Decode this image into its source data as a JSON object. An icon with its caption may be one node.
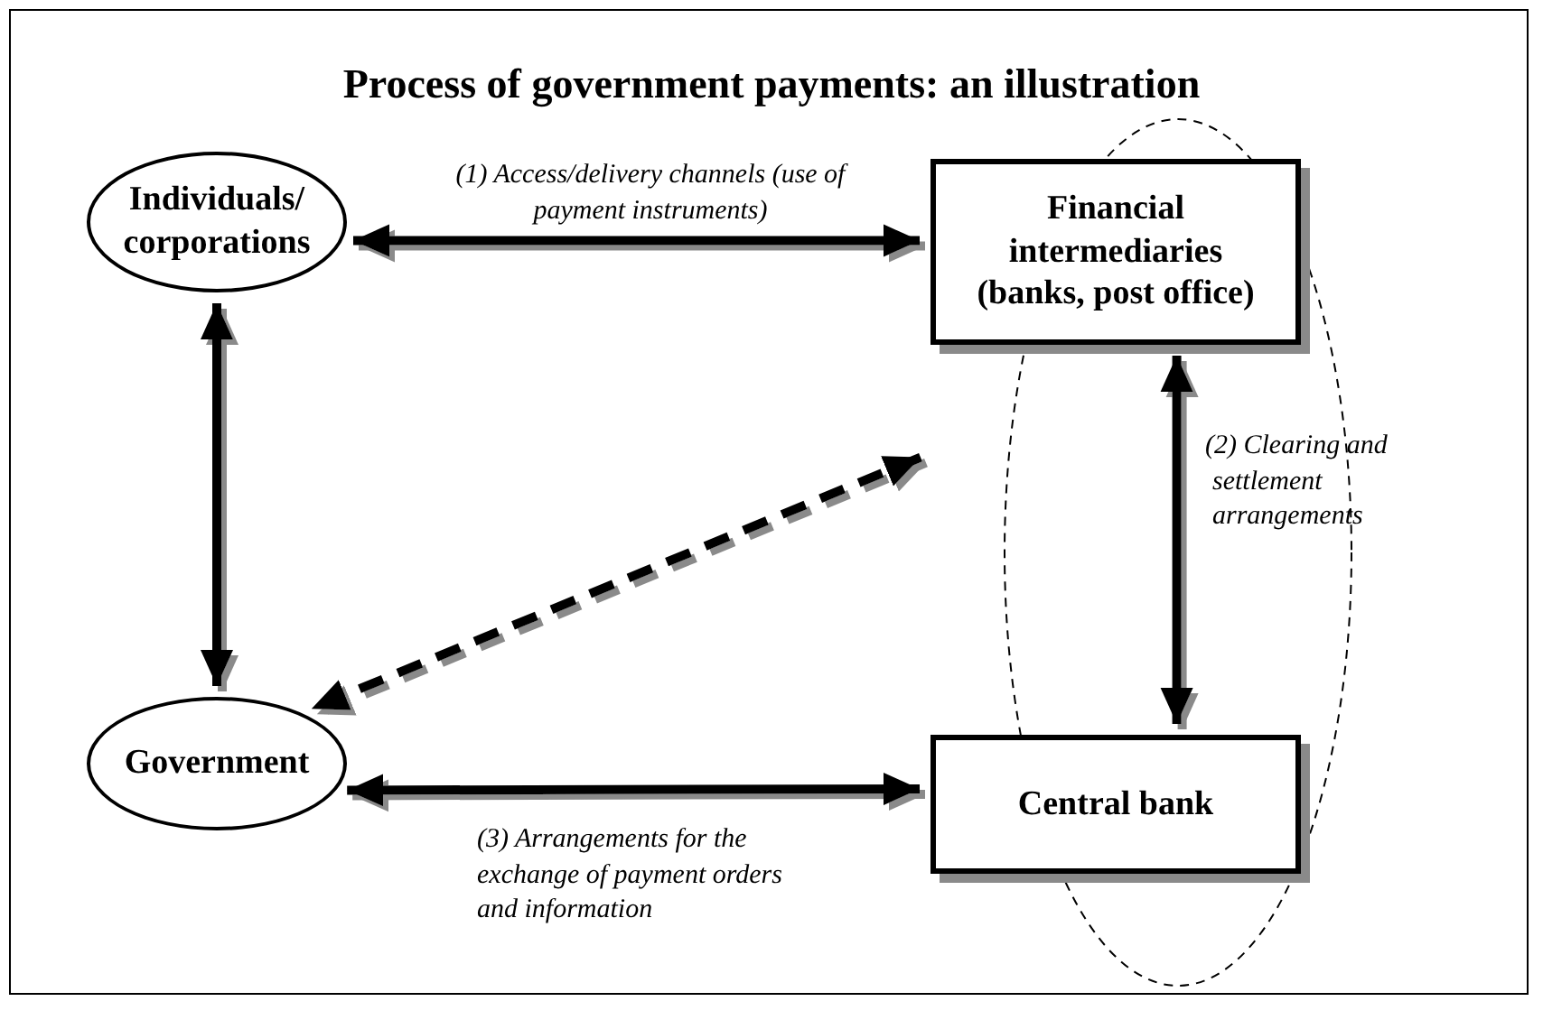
{
  "diagram": {
    "title": "Process of government payments: an illustration",
    "nodes": [
      {
        "text": [
          "Individuals/ corporations"
        ]
      },
      {
        "text": [
          "Financial intermediaries (banks, post office)"
        ]
      },
      {
        "text": [
          "Central bank"
        ]
      },
      {
        "text": [
          "Government"
        ]
      }
    ],
    "edges": [
      {
        "from": 0,
        "to": 1,
        "arrow": "both",
        "label": "(1) Access/delivery channels (use of payment instruments)"
      },
      {
        "from": 0,
        "to": 3,
        "arrow": "both"
      },
      {
        "from": 1,
        "to": 3,
        "arrow": "both",
        "style": "dashed"
      },
      {
        "from": 1,
        "to": 2,
        "arrow": "both",
        "label": "(2) Clearing and settlement arrangements"
      },
      {
        "from": 3,
        "to": 2,
        "arrow": "both",
        "label": "(3) Arrangements for the exchange of payment orders and information"
      }
    ]
  }
}
